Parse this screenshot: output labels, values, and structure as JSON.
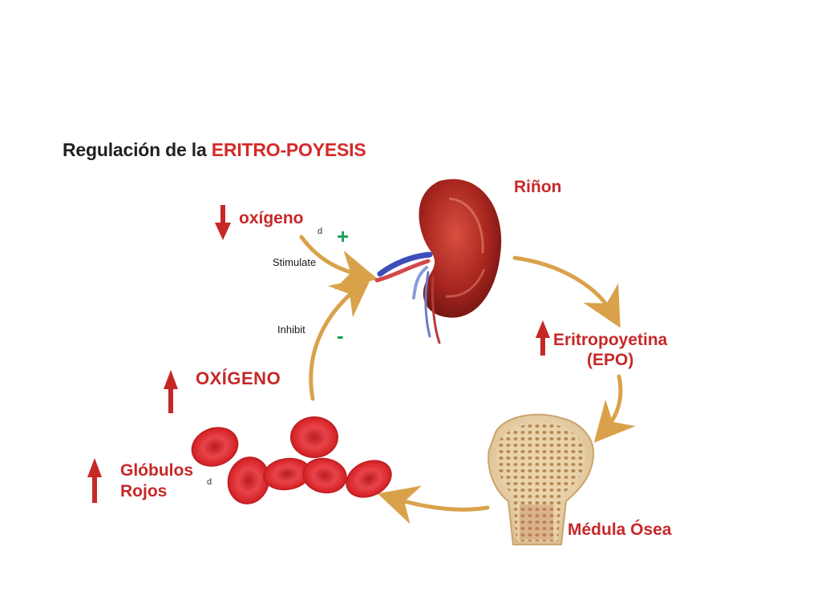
{
  "title": {
    "prefix": "Regulación de la ",
    "highlight": "ERITRO-POYESIS"
  },
  "labels": {
    "kidney": "Riñon",
    "oxygen_low": "oxígeno",
    "oxygen_high": "OXÍGENO",
    "epo_line1": "Eritropoyetina",
    "epo_line2": "(EPO)",
    "rbc_line1": "Glóbulos",
    "rbc_line2": "Rojos",
    "marrow": "Médula Ósea",
    "stimulate": "Stimulate",
    "inhibit": "Inhibit",
    "plus_sign": "+",
    "minus_sign": "-",
    "frag_d1": "d",
    "frag_d2": "d"
  },
  "colors": {
    "title_highlight": "#d42a2a",
    "label_red": "#c62828",
    "arrow_gold": "#d9a24a",
    "sign_green": "#1aa05a",
    "kidney": "#a8261f",
    "rbc": "#d7262a",
    "bone": "#ead3a8"
  },
  "icons": {
    "arrow_down": "red-down-arrow-icon",
    "arrow_up": "red-up-arrow-icon"
  }
}
